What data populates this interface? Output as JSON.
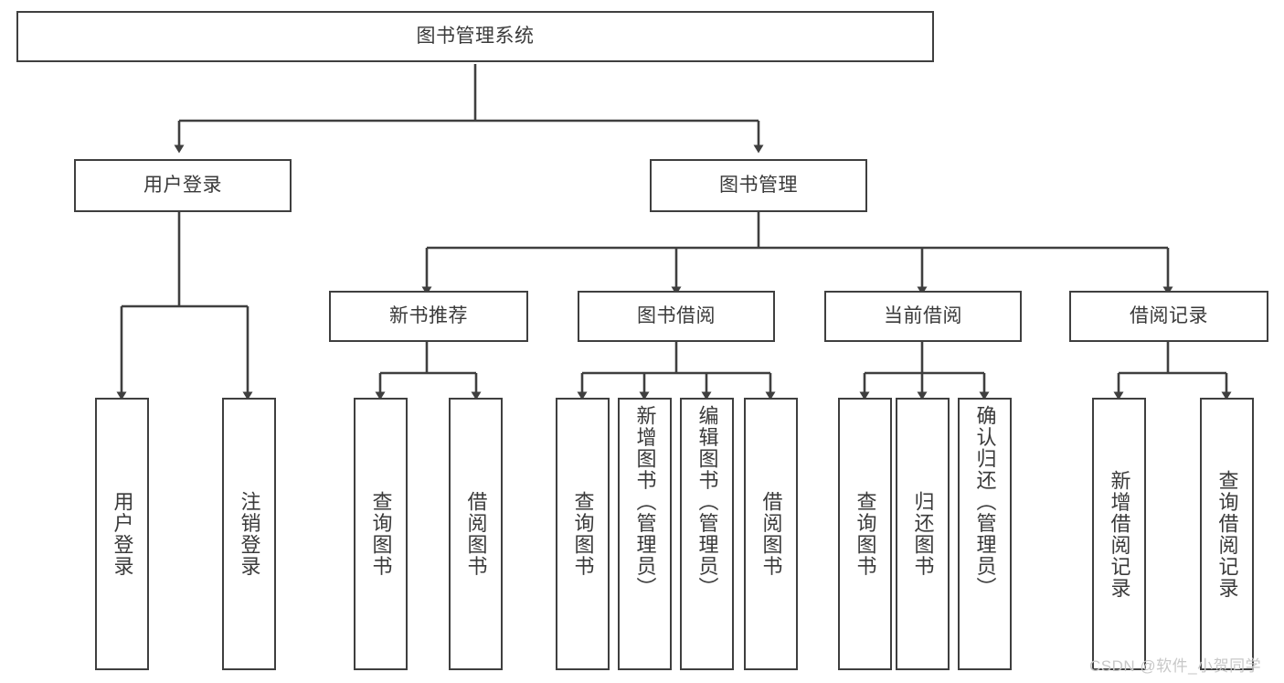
{
  "diagram": {
    "title": "图书管理系统",
    "type": "hierarchy-tree",
    "stroke_color": "#3f3f3f",
    "text_color": "#3a3a3a",
    "background_color": "#ffffff",
    "levels": [
      {
        "level": 1,
        "nodes": [
          {
            "id": "root",
            "label": "图书管理系统"
          }
        ]
      },
      {
        "level": 2,
        "nodes": [
          {
            "id": "login",
            "label": "用户登录",
            "parent": "root"
          },
          {
            "id": "bookmgmt",
            "label": "图书管理",
            "parent": "root"
          }
        ]
      },
      {
        "level": 3,
        "nodes": [
          {
            "id": "newbook",
            "label": "新书推荐",
            "parent": "bookmgmt"
          },
          {
            "id": "borrow",
            "label": "图书借阅",
            "parent": "bookmgmt"
          },
          {
            "id": "current",
            "label": "当前借阅",
            "parent": "bookmgmt"
          },
          {
            "id": "records",
            "label": "借阅记录",
            "parent": "bookmgmt"
          }
        ]
      },
      {
        "level": 4,
        "nodes": [
          {
            "id": "leaf1",
            "label": "用户登录",
            "parent": "login"
          },
          {
            "id": "leaf2",
            "label": "注销登录",
            "parent": "login"
          },
          {
            "id": "leaf3",
            "label": "查询图书",
            "parent": "newbook"
          },
          {
            "id": "leaf4",
            "label": "借阅图书",
            "parent": "newbook"
          },
          {
            "id": "leaf5",
            "label": "查询图书",
            "parent": "borrow"
          },
          {
            "id": "leaf6",
            "label": "新增图书（管理员）",
            "parent": "borrow"
          },
          {
            "id": "leaf7",
            "label": "编辑图书（管理员）",
            "parent": "borrow"
          },
          {
            "id": "leaf8",
            "label": "借阅图书",
            "parent": "borrow"
          },
          {
            "id": "leaf9",
            "label": "查询图书",
            "parent": "current"
          },
          {
            "id": "leaf10",
            "label": "归还图书",
            "parent": "current"
          },
          {
            "id": "leaf11",
            "label": "确认归还（管理员）",
            "parent": "current"
          },
          {
            "id": "leaf12",
            "label": "新增借阅记录",
            "parent": "records"
          },
          {
            "id": "leaf13",
            "label": "查询借阅记录",
            "parent": "records"
          }
        ]
      }
    ]
  },
  "nodes": {
    "root": "图书管理系统",
    "login": "用户登录",
    "bookmgmt": "图书管理",
    "newbook": "新书推荐",
    "borrow": "图书借阅",
    "current": "当前借阅",
    "records": "借阅记录",
    "leaf1": "用户登录",
    "leaf2": "注销登录",
    "leaf3": "查询图书",
    "leaf4": "借阅图书",
    "leaf5": "查询图书",
    "leaf6": "新增图书（管理员）",
    "leaf7": "编辑图书（管理员）",
    "leaf8": "借阅图书",
    "leaf9": "查询图书",
    "leaf10": "归还图书",
    "leaf11": "确认归还（管理员）",
    "leaf12": "新增借阅记录",
    "leaf13": "查询借阅记录"
  },
  "watermark": {
    "text": "CSDN @软件_小贺同学"
  }
}
